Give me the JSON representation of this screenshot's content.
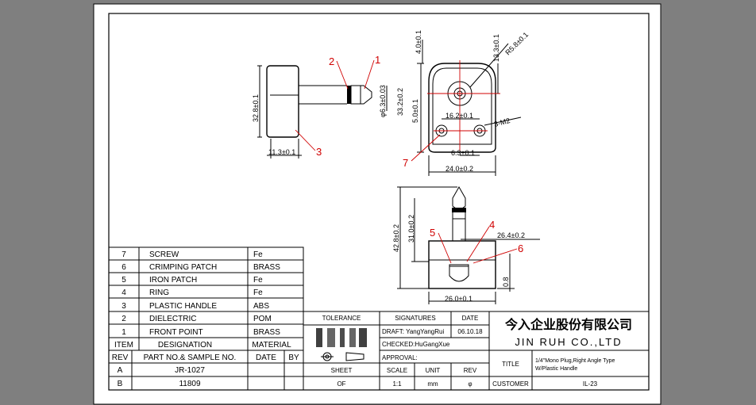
{
  "balloons": [
    "1",
    "2",
    "3",
    "4",
    "5",
    "6",
    "7"
  ],
  "dimensions": {
    "d_4": "4.0±0.1",
    "d_13_3": "13.3±0.1",
    "d_r5_8": "R5.8±0.1",
    "d_32_8": "32.8±0.1",
    "d_phi6": "φ6.3±0.03",
    "d_33_2": "33.2±0.2",
    "d_5_0": "5.0±0.1",
    "d_16_2": "16.2±0.1",
    "d_3m2": "3-M2",
    "d_6_3": "6.3±0.1",
    "d_24_0": "24.0±0.2",
    "d_11_3": "11.3±0.1",
    "d_42_8": "42.8±0.2",
    "d_31_0": "31.0±0.2",
    "d_26_4": "26.4±0.2",
    "d_0_8": "0.8",
    "d_26_0": "26.0±0.1"
  },
  "bom": {
    "rows": [
      {
        "item": "7",
        "name": "SCREW",
        "material": "Fe"
      },
      {
        "item": "6",
        "name": "CRIMPING PATCH",
        "material": "BRASS"
      },
      {
        "item": "5",
        "name": "IRON PATCH",
        "material": "Fe"
      },
      {
        "item": "4",
        "name": "RING",
        "material": "Fe"
      },
      {
        "item": "3",
        "name": "PLASTIC HANDLE",
        "material": "ABS"
      },
      {
        "item": "2",
        "name": "DIELECTRIC",
        "material": "POM"
      },
      {
        "item": "1",
        "name": "FRONT POINT",
        "material": "BRASS"
      }
    ],
    "header": {
      "item": "ITEM",
      "name": "DESIGNATION",
      "material": "MATERIAL"
    }
  },
  "revision": {
    "header": {
      "rev": "REV",
      "part": "PART NO.& SAMPLE NO.",
      "date": "DATE",
      "by": "BY"
    },
    "rows": [
      {
        "rev": "A",
        "part": "JR-1027"
      },
      {
        "rev": "B",
        "part": "11809"
      }
    ]
  },
  "title_block": {
    "tolerance": "TOLERANCE",
    "signatures": "SIGNATURES",
    "date_label": "DATE",
    "draft": "DRAFT: YangYangRui",
    "draft_date": "06.10.18",
    "checked": "CHECKED:HuGangXue",
    "approval": "APPROVAL:",
    "sheet_label": "SHEET",
    "sheet_value": "OF",
    "scale_label": "SCALE",
    "scale_value": "1:1",
    "unit_label": "UNIT",
    "unit_value": "mm",
    "rev_label": "REV",
    "rev_value": "φ",
    "company_cn": "今入企业股份有限公司",
    "company_en": "JIN RUH CO.,LTD",
    "title_label": "TITLE",
    "title_line1": "1/4\"Mono Plug,Right Angle Type",
    "title_line2": "W/Plastic Handle",
    "customer_label": "CUSTOMER",
    "customer_value": "IL-23"
  }
}
